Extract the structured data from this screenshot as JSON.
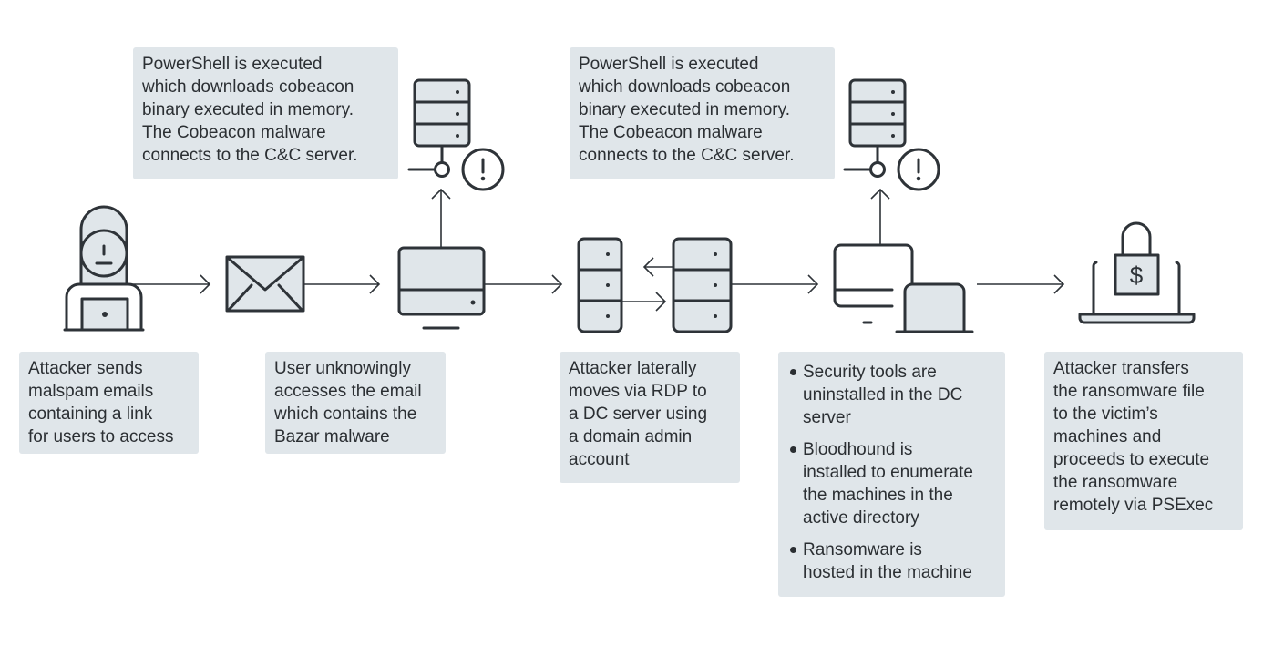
{
  "callouts": {
    "cc_first": "PowerShell is executed\nwhich downloads cobeacon\nbinary executed in memory.\nThe Cobeacon malware\nconnects to the C&C server.",
    "cc_second": "PowerShell is executed\nwhich downloads cobeacon\nbinary executed in memory.\nThe Cobeacon malware\nconnects to the C&C server."
  },
  "steps": [
    {
      "text": "Attacker sends\nmalspam emails\ncontaining a link\nfor users to access"
    },
    {
      "text": "User unknowingly\naccesses the email\nwhich contains the\nBazar malware"
    },
    {
      "text": "Attacker laterally\nmoves via RDP to\na DC server using\na domain admin\naccount"
    },
    {
      "bullets": [
        "Security tools are\nuninstalled in the DC\nserver",
        "Bloodhound is\ninstalled to enumerate\nthe machines in the\nactive directory",
        "Ransomware is\nhosted in the machine"
      ]
    },
    {
      "text": "Attacker transfers\nthe ransomware file\nto the victim’s\nmachines and\nproceeds to execute\nthe ransomware\nremotely via PSExec"
    }
  ],
  "colors": {
    "box": "#e0e6ea",
    "stroke": "#2e3338",
    "text": "#2b2f33"
  },
  "icons": [
    "attacker-icon",
    "envelope-icon",
    "desktop-icon",
    "server-icon",
    "alert-icon",
    "server-pair-icon",
    "desktop-laptop-icon",
    "ransom-laptop-icon",
    "arrow-icon"
  ]
}
